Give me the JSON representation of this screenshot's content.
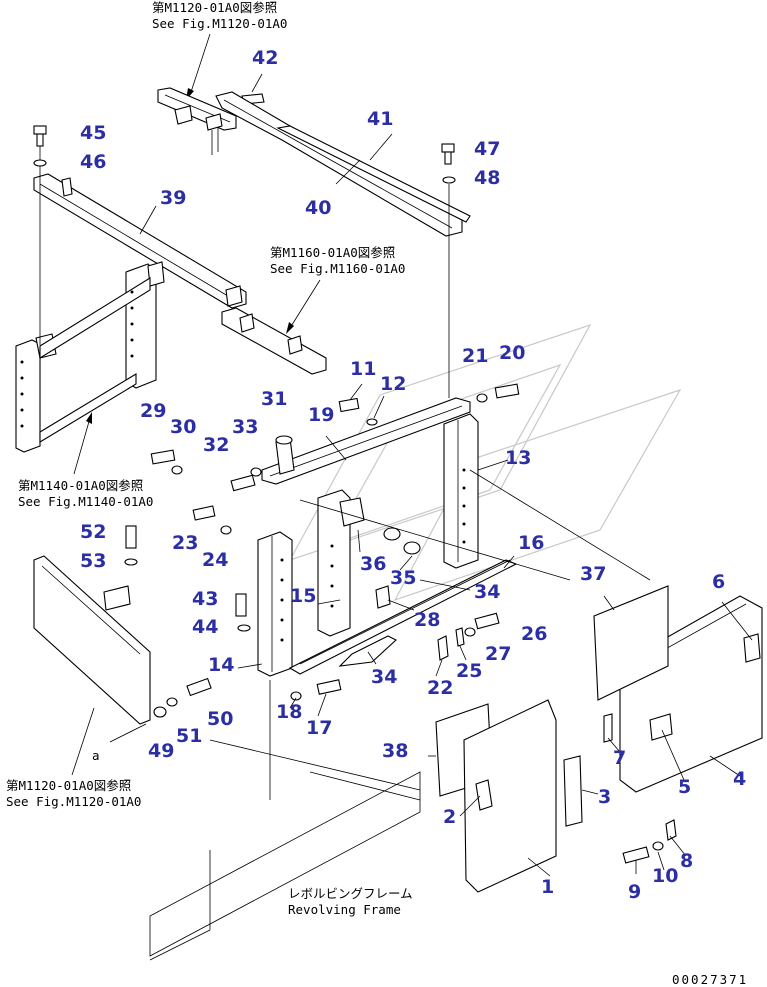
{
  "references": {
    "top": [
      "第M1120-01A0図参照",
      "See Fig.M1120-01A0"
    ],
    "middle": [
      "第M1160-01A0図参照",
      "See Fig.M1160-01A0"
    ],
    "left": [
      "第M1140-01A0図参照",
      "See Fig.M1140-01A0"
    ],
    "bottom_left": [
      "第M1120-01A0図参照",
      "See Fig.M1120-01A0"
    ],
    "frame": [
      "レボルビングフレーム",
      "Revolving Frame"
    ]
  },
  "detail_marker": "a",
  "figure_code": "00027371",
  "callouts": [
    "1",
    "2",
    "3",
    "4",
    "5",
    "6",
    "7",
    "8",
    "9",
    "10",
    "11",
    "12",
    "13",
    "14",
    "15",
    "16",
    "17",
    "18",
    "19",
    "20",
    "21",
    "22",
    "23",
    "24",
    "25",
    "26",
    "27",
    "28",
    "29",
    "30",
    "31",
    "32",
    "33",
    "34",
    "34",
    "35",
    "36",
    "37",
    "38",
    "39",
    "40",
    "41",
    "42",
    "43",
    "44",
    "45",
    "46",
    "47",
    "48",
    "49",
    "50",
    "51",
    "52",
    "53"
  ],
  "colors": {
    "callout": "#2b2fa3",
    "line": "#000000",
    "watermark": "#c8c8c8"
  }
}
